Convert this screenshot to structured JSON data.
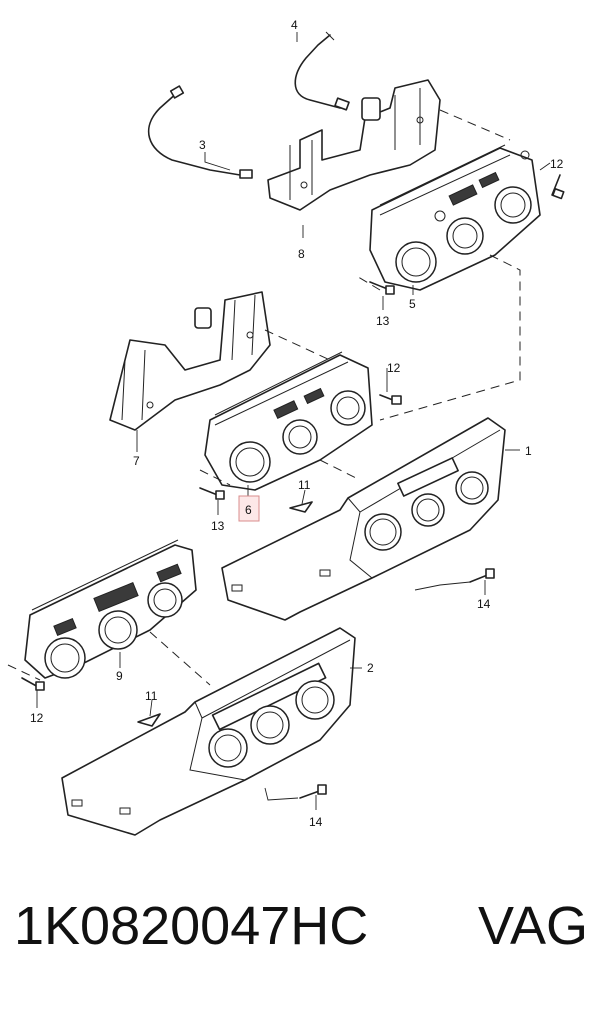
{
  "diagram": {
    "callouts": {
      "c1": "1",
      "c2": "2",
      "c3": "3",
      "c4": "4",
      "c5": "5",
      "c6": "6",
      "c7": "7",
      "c8": "8",
      "c9": "9",
      "c11a": "11",
      "c11b": "11",
      "c12a": "12",
      "c12b": "12",
      "c12c": "12",
      "c13a": "13",
      "c13b": "13",
      "c14a": "14",
      "c14b": "14"
    },
    "highlight_color": "#d98c8c"
  },
  "footer": {
    "part_number": "1K0820047HC",
    "brand": "VAG"
  }
}
